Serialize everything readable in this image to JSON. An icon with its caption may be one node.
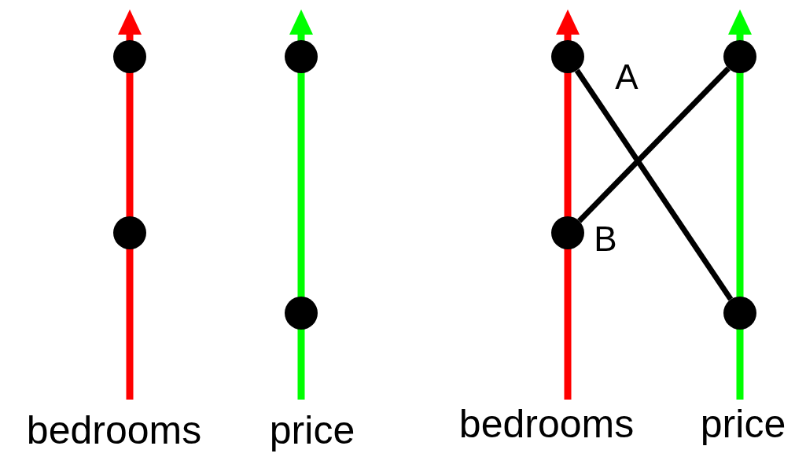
{
  "diagram": {
    "nodes": [
      {
        "text": [],
        "shape": "circle"
      },
      {
        "text": [],
        "shape": "circle"
      },
      {
        "text": [],
        "shape": "circle"
      },
      {
        "text": [],
        "shape": "circle"
      },
      {
        "text": [],
        "shape": "circle"
      },
      {
        "text": [],
        "shape": "circle"
      },
      {
        "text": [],
        "shape": "circle"
      },
      {
        "text": [],
        "shape": "circle"
      }
    ],
    "edges": [
      {
        "from": 4,
        "to": 7,
        "arrow": "none"
      },
      {
        "from": 5,
        "to": 6,
        "arrow": "none"
      }
    ],
    "labels": [
      "A",
      "B",
      "bedrooms",
      "price",
      "bedrooms",
      "price"
    ]
  }
}
